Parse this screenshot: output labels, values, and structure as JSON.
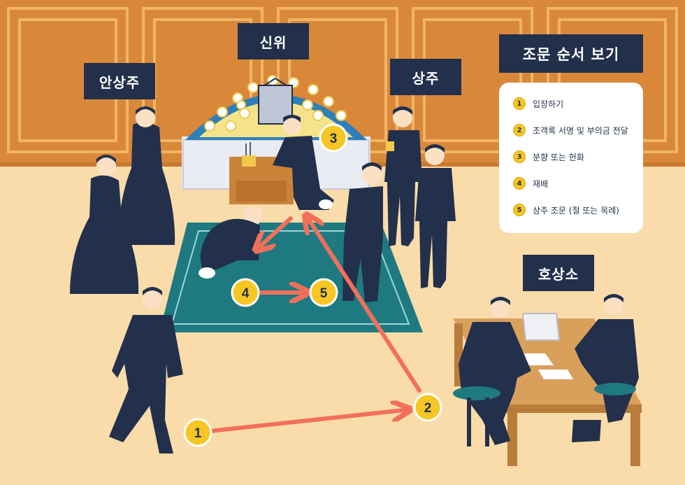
{
  "labels": {
    "sinwi": "신위",
    "ansangju": "안상주",
    "sangju": "상주",
    "hosangso": "호상소"
  },
  "legend": {
    "title": "조문 순서 보기",
    "items": [
      {
        "num": "1",
        "text": "입장하기"
      },
      {
        "num": "2",
        "text": "조객록 서명 및 부의금 전달"
      },
      {
        "num": "3",
        "text": "분향 또는 헌화"
      },
      {
        "num": "4",
        "text": "재배"
      },
      {
        "num": "5",
        "text": "상주 조문 (절 또는 목례)"
      }
    ]
  },
  "steps": [
    "1",
    "2",
    "3",
    "4",
    "5"
  ],
  "colors": {
    "navy": "#22304b",
    "wall": "#d9883a",
    "floor": "#f9dcaa",
    "carpet": "#1e7a80",
    "arrow": "#f2705a",
    "step_badge": "#f6c624"
  }
}
